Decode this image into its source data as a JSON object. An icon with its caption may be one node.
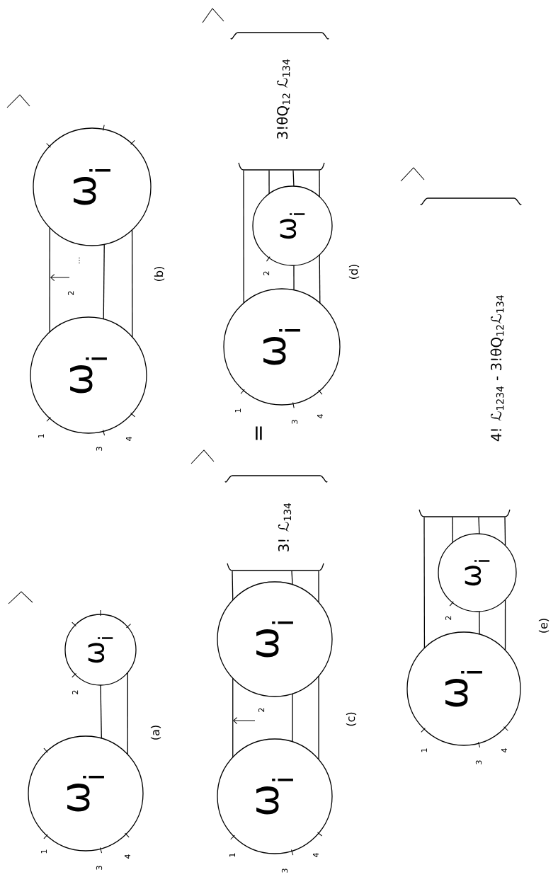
{
  "diagram": {
    "nodes": [
      {
        "text": [
          "ω$_{i}$"
        ]
      },
      {
        "text": [
          "ω$_{i}$"
        ]
      },
      {
        "text": [
          "ω$_{i}$"
        ]
      },
      {
        "text": [
          "ω$_{i}$"
        ]
      },
      {
        "text": [
          "ω$_{i}$"
        ]
      },
      {
        "text": [
          "ω$_{i}$"
        ]
      },
      {
        "text": [
          "ω$_{i}$"
        ]
      },
      {
        "text": [
          "ω$_{i}$"
        ]
      },
      {
        "text": [
          "ω$_{i}$"
        ]
      },
      {
        "text": [
          "ω$_{i}$"
        ]
      },
      {
        "text": [
          "3! ℒ$_{134}$"
        ]
      },
      {
        "text": [
          "3!θQ$_{12}$ ℒ$_{134}$"
        ]
      },
      {
        "text": [
          "4! ℒ$_{1234}$  -  3!θQ$_{12}$ℒ$_{134}$"
        ]
      }
    ],
    "edges": [
      {
        "from": 0,
        "to": 1,
        "arrow": "none"
      },
      {
        "from": 0,
        "to": 1,
        "arrow": "none"
      },
      {
        "from": 2,
        "to": 3,
        "arrow": "none"
      },
      {
        "from": 2,
        "to": 3,
        "arrow": "none"
      },
      {
        "from": 2,
        "to": 3,
        "arrow": "none"
      },
      {
        "from": 5,
        "to": 10,
        "arrow": "none"
      },
      {
        "from": 4,
        "to": 5,
        "arrow": "none"
      },
      {
        "from": 5,
        "to": 10,
        "arrow": "none"
      },
      {
        "from": 5,
        "to": 10,
        "arrow": "none"
      },
      {
        "from": 4,
        "to": 5,
        "arrow": "none"
      },
      {
        "from": 4,
        "to": 5,
        "arrow": "none"
      },
      {
        "from": 6,
        "to": 11,
        "arrow": "none"
      },
      {
        "from": 7,
        "to": 11,
        "arrow": "none"
      },
      {
        "from": 7,
        "to": 11,
        "arrow": "none"
      },
      {
        "from": 7,
        "to": 11,
        "arrow": "none"
      },
      {
        "from": 6,
        "to": 7,
        "arrow": "none"
      },
      {
        "from": 6,
        "to": 7,
        "arrow": "none"
      },
      {
        "from": 8,
        "to": 12,
        "arrow": "none"
      },
      {
        "from": 9,
        "to": 12,
        "arrow": "none"
      },
      {
        "from": 9,
        "to": 12,
        "arrow": "none"
      },
      {
        "from": 9,
        "to": 12,
        "arrow": "none"
      },
      {
        "from": 8,
        "to": 9,
        "arrow": "none"
      },
      {
        "from": 8,
        "to": 9,
        "arrow": "none"
      }
    ],
    "labels": [
      "1",
      "3",
      "4",
      "2",
      "(a)",
      "1",
      "3",
      "4",
      "2",
      "...",
      "(b)",
      "1",
      "3",
      "4",
      "2",
      "(c)",
      "=",
      "1",
      "3",
      "4",
      "2",
      "(d)",
      "1",
      "3",
      "4",
      "2",
      "(e)"
    ]
  }
}
